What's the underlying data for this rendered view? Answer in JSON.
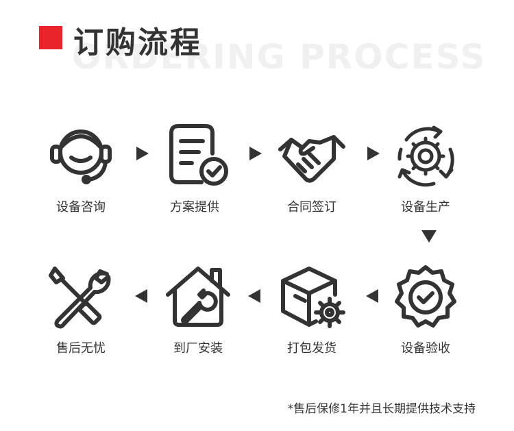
{
  "header": {
    "title": "订购流程",
    "subtitle_bg": "ORDERING PROCESS",
    "accent_color": "#e8232a"
  },
  "steps": [
    {
      "label": "设备咨询",
      "icon": "headset-icon"
    },
    {
      "label": "方案提供",
      "icon": "document-check-icon"
    },
    {
      "label": "合同签订",
      "icon": "handshake-icon"
    },
    {
      "label": "设备生产",
      "icon": "gear-cycle-icon"
    },
    {
      "label": "设备验收",
      "icon": "badge-check-icon"
    },
    {
      "label": "打包发货",
      "icon": "box-gear-icon"
    },
    {
      "label": "到厂安装",
      "icon": "house-wrench-icon"
    },
    {
      "label": "售后无忧",
      "icon": "tools-icon"
    }
  ],
  "footnote": "*售后保修1年并且长期提供技术支持"
}
